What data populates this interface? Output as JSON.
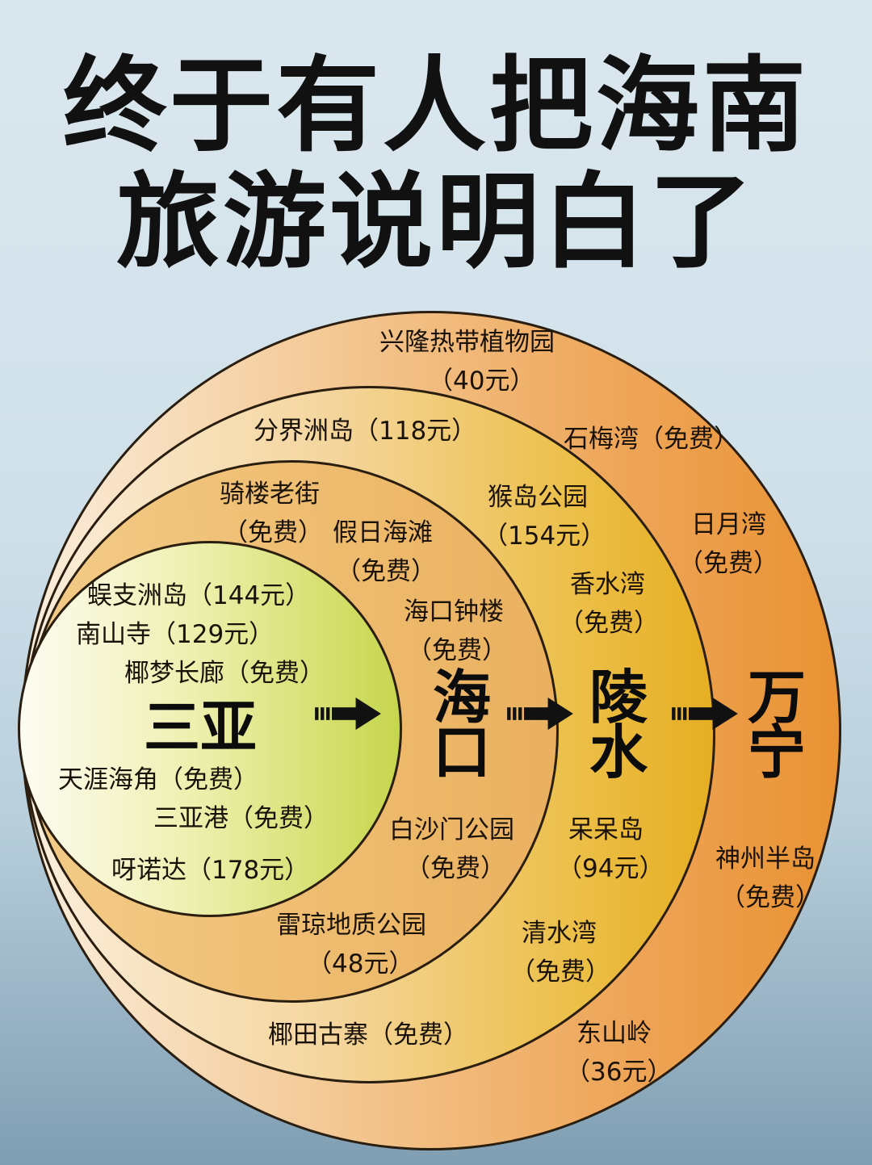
{
  "title": {
    "line1": "终于有人把海南",
    "line2": "旅游说明白了"
  },
  "cities": {
    "sanya": "三亚",
    "haikou_1": "海",
    "haikou_2": "口",
    "lingshui_1": "陵",
    "lingshui_2": "水",
    "wanning_1": "万",
    "wanning_2": "宁"
  },
  "sanya": [
    "蜈支洲岛（144元）",
    "南山寺（129元）",
    "椰梦长廊（免费）",
    "天涯海角（免费）",
    "三亚港（免费）",
    "呀诺达（178元）"
  ],
  "haikou": [
    "骑楼老街",
    "（免费）",
    "假日海滩",
    "（免费）",
    "海口钟楼",
    "（免费）",
    "白沙门公园",
    "（免费）",
    "雷琼地质公园",
    "（48元）"
  ],
  "lingshui": [
    "分界洲岛（118元）",
    "猴岛公园",
    "（154元）",
    "香水湾",
    "（免费）",
    "呆呆岛",
    "（94元）",
    "清水湾",
    "（免费）",
    "椰田古寨（免费）"
  ],
  "wanning": [
    "兴隆热带植物园",
    "（40元）",
    "石梅湾（免费）",
    "日月湾",
    "（免费）",
    "神州半岛",
    "（免费）",
    "东山岭",
    "（36元）"
  ],
  "colors": {
    "wanning": "#eb9a3c",
    "lingshui": "#e8b52a",
    "haikou": "#eab060",
    "sanya": "#c8d850"
  }
}
